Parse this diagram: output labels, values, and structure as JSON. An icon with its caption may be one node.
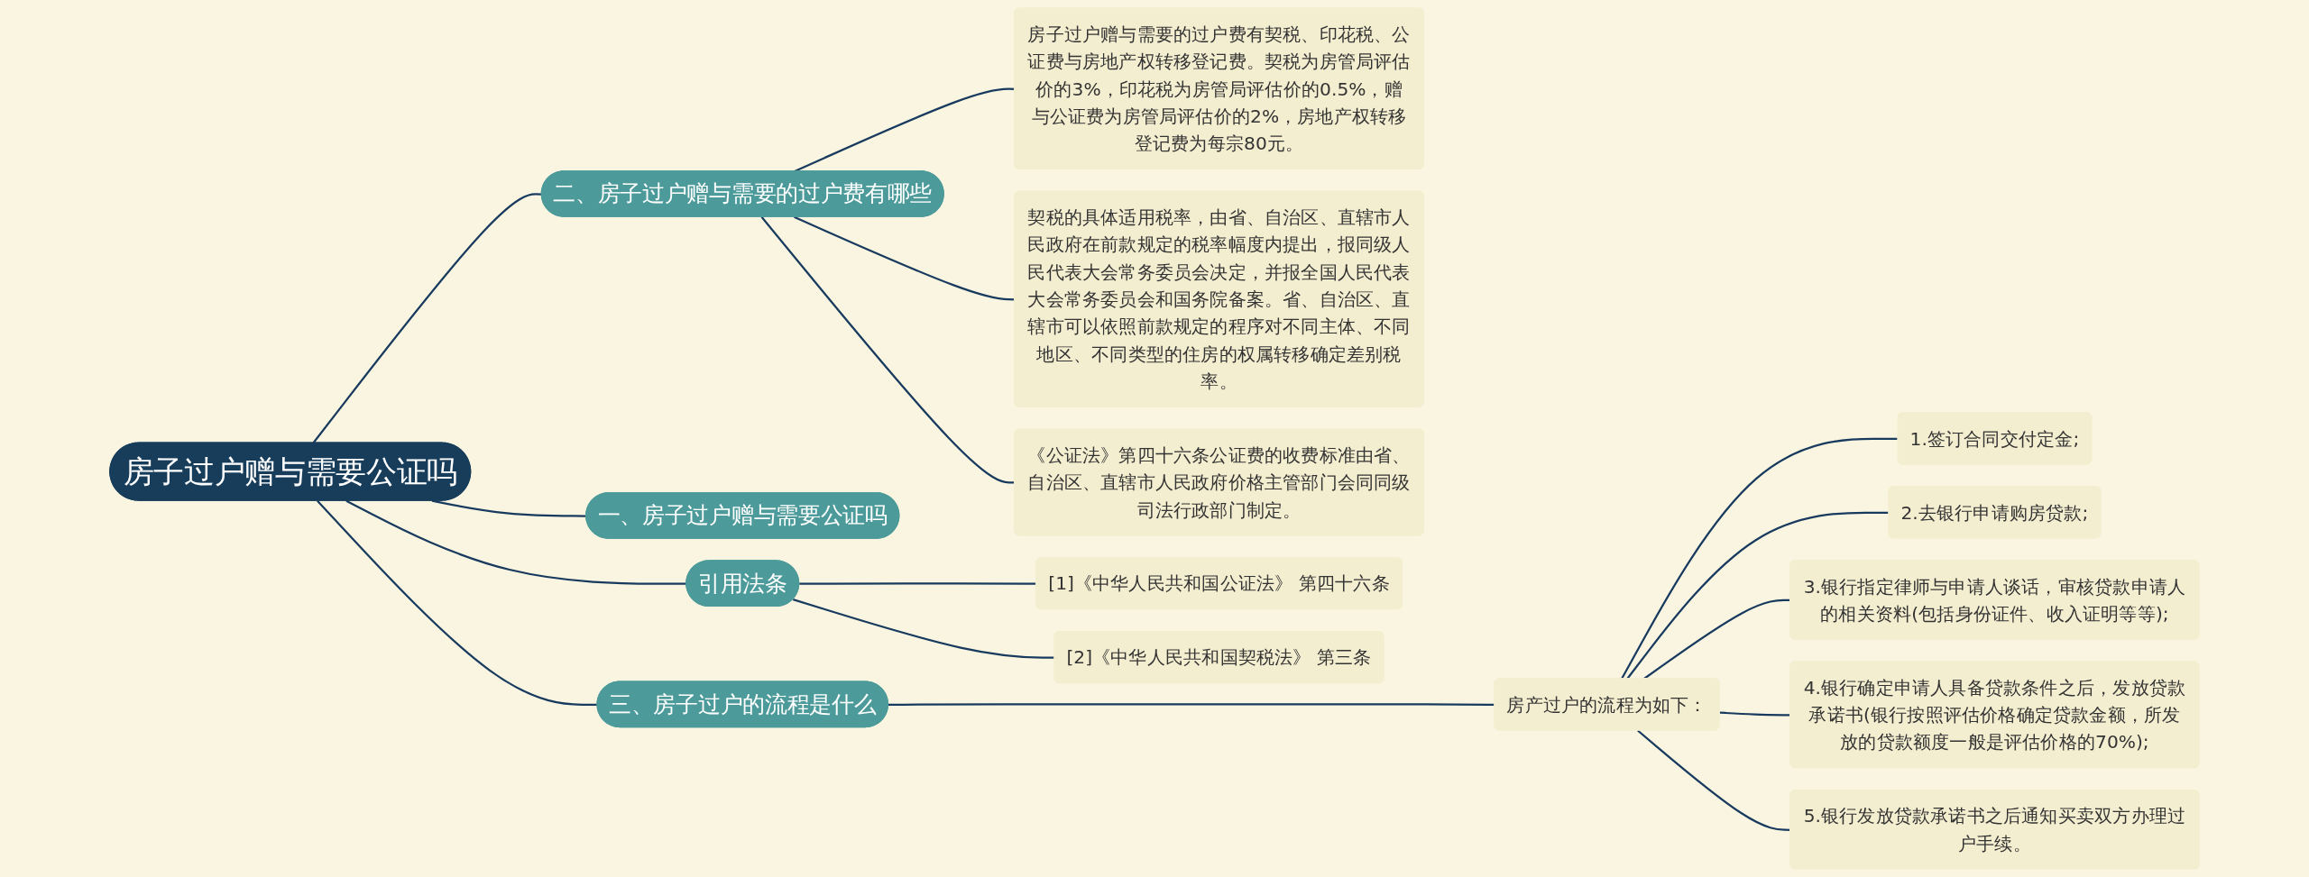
{
  "diagram": {
    "nodes": [
      {
        "text": [
          "房子过户赠与需要公证吗"
        ]
      },
      {
        "text": [
          "二、房子过户赠与需要的过户费有哪些"
        ]
      },
      {
        "text": [
          "房子过户赠与需要的过户费有契税、印花税、公证费与房地产权转移登记费。契税为房管局评估价的3%，印花税为房管局评估价的0.5%，赠与公证费为房管局评估价的2%，房地产权转移登记费为每宗80元。"
        ]
      },
      {
        "text": [
          "契税的具体适用税率，由省、自治区、直辖市人民政府在前款规定的税率幅度内提出，报同级人民代表大会常务委员会决定，并报全国人民代表大会常务委员会和国务院备案。省、自治区、直辖市可以依照前款规定的程序对不同主体、不同地区、不同类型的住房的权属转移确定差别税率。"
        ]
      },
      {
        "text": [
          "《公证法》第四十六条公证费的收费标准由省、自治区、直辖市人民政府价格主管部门会同同级司法行政部门制定。"
        ]
      },
      {
        "text": [
          "一、房子过户赠与需要公证吗"
        ]
      },
      {
        "text": [
          "三、房子过户的流程是什么"
        ]
      },
      {
        "text": [
          "房产过户的流程为如下："
        ]
      },
      {
        "text": [
          "1.签订合同交付定金;"
        ]
      },
      {
        "text": [
          "2.去银行申请购房贷款;"
        ]
      },
      {
        "text": [
          "3.银行指定律师与申请人谈话，审核贷款申请人的相关资料(包括身份证件、收入证明等等);"
        ]
      },
      {
        "text": [
          "4.银行确定申请人具备贷款条件之后，发放贷款承诺书(银行按照评估价格确定贷款金额，所发放的贷款额度一般是评估价格的70%);"
        ]
      },
      {
        "text": [
          "5.银行发放贷款承诺书之后通知买卖双方办理过户手续。"
        ]
      },
      {
        "text": [
          "引用法条"
        ]
      },
      {
        "text": [
          "[1]《中华人民共和国公证法》 第四十六条"
        ]
      },
      {
        "text": [
          "[2]《中华人民共和国契税法》 第三条"
        ]
      }
    ],
    "edges": [
      {
        "from": 0,
        "to": 1,
        "arrow": "none"
      },
      {
        "from": 1,
        "to": 2,
        "arrow": "none"
      },
      {
        "from": 1,
        "to": 3,
        "arrow": "none"
      },
      {
        "from": 1,
        "to": 4,
        "arrow": "none"
      },
      {
        "from": 0,
        "to": 5,
        "arrow": "none"
      },
      {
        "from": 0,
        "to": 6,
        "arrow": "none"
      },
      {
        "from": 6,
        "to": 7,
        "arrow": "none"
      },
      {
        "from": 7,
        "to": 8,
        "arrow": "none"
      },
      {
        "from": 7,
        "to": 9,
        "arrow": "none"
      },
      {
        "from": 7,
        "to": 10,
        "arrow": "none"
      },
      {
        "from": 7,
        "to": 11,
        "arrow": "none"
      },
      {
        "from": 7,
        "to": 12,
        "arrow": "none"
      },
      {
        "from": 0,
        "to": 13,
        "arrow": "none"
      },
      {
        "from": 13,
        "to": 14,
        "arrow": "none"
      },
      {
        "from": 13,
        "to": 15,
        "arrow": "none"
      }
    ]
  }
}
